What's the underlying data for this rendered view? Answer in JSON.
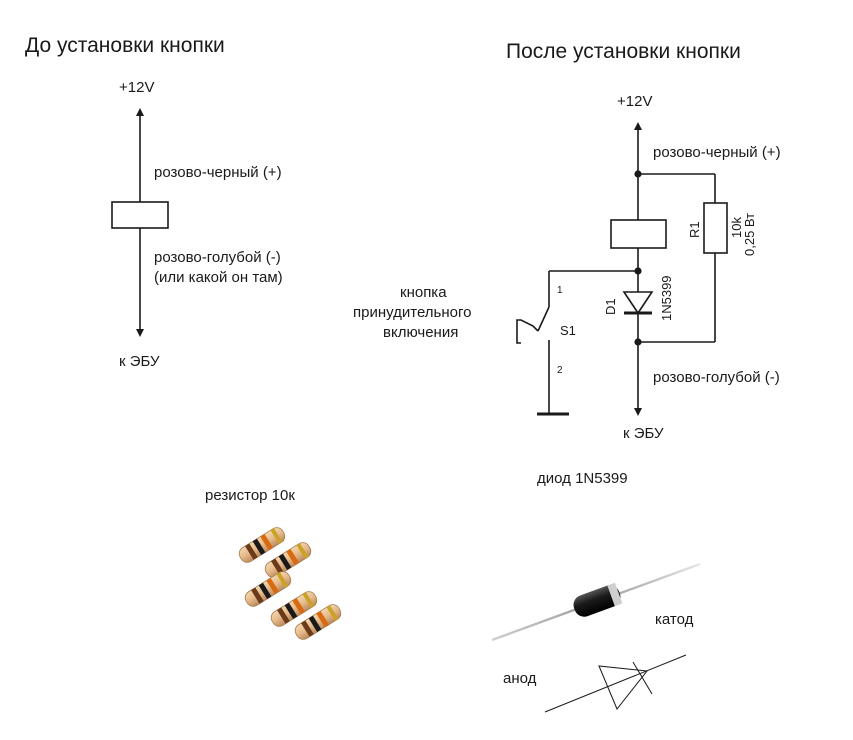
{
  "left": {
    "title": "До установки кнопки",
    "top_label": "+12V",
    "wire_plus": "розово-черный (+)",
    "wire_minus_1": "розово-голубой (-)",
    "wire_minus_2": "(или какой он там)",
    "bottom_label": "к ЭБУ"
  },
  "right": {
    "title": "После установки кнопки",
    "top_label": "+12V",
    "wire_plus": "розово-черный (+)",
    "wire_minus": "розово-голубой (-)",
    "bottom_label": "к ЭБУ",
    "button_label_1": "кнопка",
    "button_label_2": "принудительного",
    "button_label_3": "включения",
    "switch_ref": "S1",
    "pin_1": "1",
    "pin_2": "2",
    "diode_ref": "D1",
    "diode_part": "1N5399",
    "resistor_ref": "R1",
    "resistor_value": "10k",
    "resistor_power": "0,25 Вт"
  },
  "photos": {
    "resistor_caption": "резистор 10к",
    "diode_caption": "диод 1N5399",
    "cathode_label": "катод",
    "anode_label": "анод"
  }
}
